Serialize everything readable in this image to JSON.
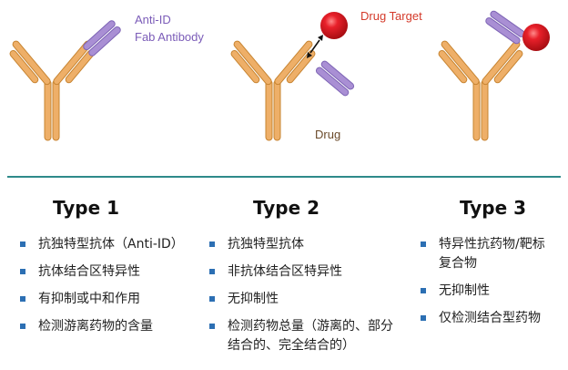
{
  "labels": {
    "anti_id_line1": "Anti-ID",
    "anti_id_line2": "Fab Antibody",
    "drug_target": "Drug Target",
    "drug": "Drug"
  },
  "types": [
    {
      "title": "Type 1",
      "items": [
        "抗独特型抗体（Anti-ID）",
        "抗体结合区特异性",
        "有抑制或中和作用",
        "检测游离药物的含量"
      ]
    },
    {
      "title": "Type 2",
      "items": [
        "抗独特型抗体",
        "非抗体结合区特异性",
        "无抑制性",
        "检测药物总量（游离的、部分",
        "结合的、完全结合的）"
      ]
    },
    {
      "title": "Type 3",
      "items": [
        "特异性抗药物/靶标",
        "复合物",
        "无抑制性",
        "仅检测结合型药物"
      ]
    }
  ],
  "colors": {
    "antibody": "#eeaf68",
    "antibody_stroke": "#c78431",
    "fab": "#a98fd4",
    "fab_stroke": "#7d64b5",
    "target": "#e0141c",
    "label_purple": "#7b5cb8",
    "label_red": "#d43a2a",
    "label_drug": "#6b4a2a",
    "divider": "#2e8a8a",
    "bullet": "#2c6fb3"
  }
}
